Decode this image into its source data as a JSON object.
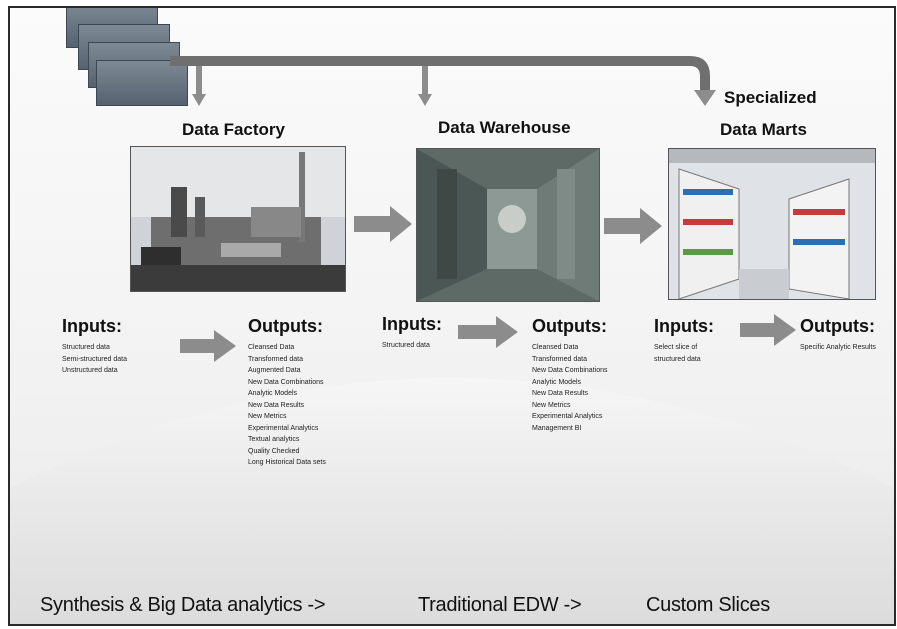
{
  "stages": [
    {
      "title": "Data Factory",
      "title_line2": ""
    },
    {
      "title": "Data Warehouse",
      "title_line2": ""
    },
    {
      "title": "Specialized",
      "title_line2": "Data Marts"
    }
  ],
  "io": {
    "inputs_label": "Inputs:",
    "outputs_label": "Outputs:",
    "factory_inputs": [
      "Structured data",
      "Semi-structured data",
      "Unstructured data"
    ],
    "factory_outputs": [
      "Cleansed Data",
      "Transformed data",
      "Augmented Data",
      "New Data Combinations",
      "Analytic Models",
      "New Data Results",
      "New Metrics",
      "Experimental Analytics",
      "Textual analytics",
      "Quality Checked",
      "Long Historical Data sets"
    ],
    "warehouse_inputs": [
      "Structured data"
    ],
    "warehouse_outputs": [
      "Cleansed Data",
      "Transformed data",
      "New Data Combinations",
      "Analytic Models",
      "New Data Results",
      "New Metrics",
      "Experimental Analytics",
      "Management BI"
    ],
    "marts_inputs": [
      "Select slice of",
      "structured data"
    ],
    "marts_outputs": [
      "Specific Analytic Results"
    ]
  },
  "bottom_labels": {
    "factory": "Synthesis & Big Data analytics  ->",
    "warehouse": "Traditional EDW  ->",
    "marts": "Custom Slices"
  },
  "colors": {
    "arrow": "#8c8c8c",
    "frame": "#2b2b2b",
    "doc": "#5e6a77"
  }
}
